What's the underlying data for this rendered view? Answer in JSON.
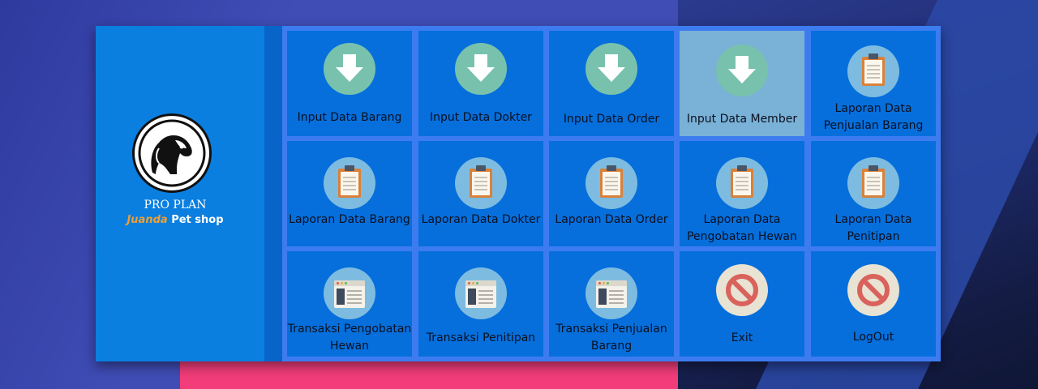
{
  "brand": {
    "line1": "PRO PLAN",
    "accent": "Juanda",
    "rest": " Pet shop"
  },
  "tiles": [
    {
      "label": "Input Data Barang",
      "icon": "download-icon"
    },
    {
      "label": "Input Data Dokter",
      "icon": "download-icon"
    },
    {
      "label": "Input Data Order",
      "icon": "download-icon"
    },
    {
      "label": "Input Data Member",
      "icon": "download-icon",
      "active": true
    },
    {
      "label": "Laporan Data Penjualan Barang",
      "icon": "clipboard-icon"
    },
    {
      "label": "Laporan Data Barang",
      "icon": "clipboard-icon"
    },
    {
      "label": "Laporan Data Dokter",
      "icon": "clipboard-icon"
    },
    {
      "label": "Laporan Data Order",
      "icon": "clipboard-icon"
    },
    {
      "label": "Laporan Data Pengobatan Hewan",
      "icon": "clipboard-icon"
    },
    {
      "label": "Laporan Data Penitipan",
      "icon": "clipboard-icon"
    },
    {
      "label": "Transaksi Pengobatan Hewan",
      "icon": "window-icon"
    },
    {
      "label": "Transaksi Penitipan",
      "icon": "window-icon"
    },
    {
      "label": "Transaksi Penjualan Barang",
      "icon": "window-icon"
    },
    {
      "label": "Exit",
      "icon": "stop-icon"
    },
    {
      "label": "LogOut",
      "icon": "stop-icon"
    }
  ],
  "colors": {
    "tile": "#066fdc",
    "tile_active": "#7ab1d6",
    "sidebar": "#0a7fe0",
    "brand_accent": "#f0a030"
  }
}
